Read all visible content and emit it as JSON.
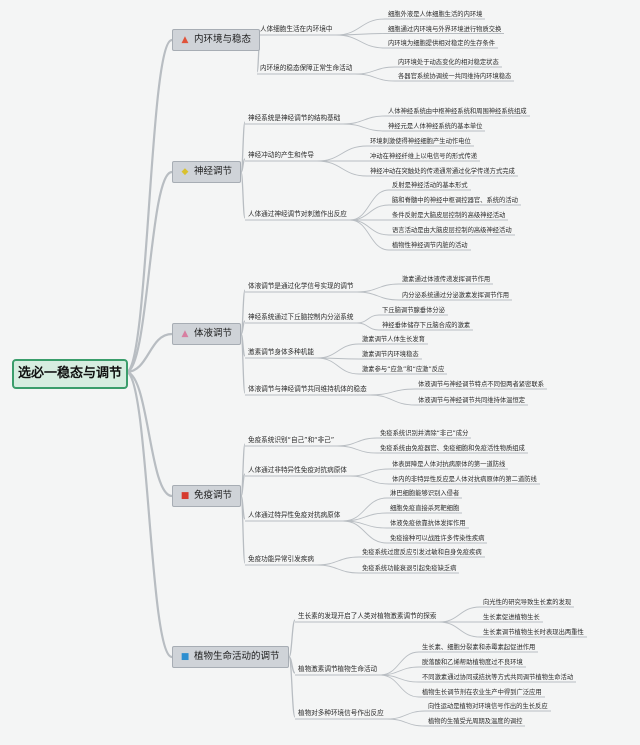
{
  "root": "选必一稳态与调节",
  "colors": {
    "root_fill": "#d6ede0",
    "root_border": "#3a9d6b",
    "branch_fill": "#cfd3d8",
    "line": "#b8bdc2"
  },
  "topics": [
    {
      "label": "内环境与稳态",
      "icon": "flame-icon",
      "icon_color": "#e0533a",
      "subtopics": [
        {
          "label": "人体细胞生活在内环境中",
          "points": [
            "细胞外液是人体细胞生活的内环境",
            "细胞通过内环境与外界环境进行物质交换",
            "内环境为细胞提供相对稳定的生存条件"
          ]
        },
        {
          "label": "内环境的稳态保障正常生命活动",
          "points": [
            "内环境处于动态变化的相对稳定状态",
            "各器官系统协调统一共同维持内环境稳态"
          ]
        }
      ]
    },
    {
      "label": "神经调节",
      "icon": "gem-icon",
      "icon_color": "#d9c12e",
      "subtopics": [
        {
          "label": "神经系统是神经调节的结构基础",
          "points": [
            "人体神经系统由中枢神经系统和周围神经系统组成",
            "神经元是人体神经系统的基本单位"
          ]
        },
        {
          "label": "神经冲动的产生和传导",
          "points": [
            "环境刺激使得神经细胞产生动作电位",
            "冲动在神经纤维上以电信号的形式传递",
            "神经冲动在突触处的传递通常通过化学传递方式完成"
          ]
        },
        {
          "label": "人体通过神经调节对刺激作出反应",
          "points": [
            "反射是神经活动的基本形式",
            "脑和脊髓中的神经中枢调控器官、系统的活动",
            "条件反射是大脑皮层控制的高级神经活动",
            "语言活动是由大脑皮层控制的高级神经活动",
            "植物性神经调节内脏的活动"
          ]
        }
      ]
    },
    {
      "label": "体液调节",
      "icon": "cake-icon",
      "icon_color": "#d77fa1",
      "subtopics": [
        {
          "label": "体液调节是通过化学信号实现的调节",
          "points": [
            "激素通过体液传递发挥调节作用",
            "内分泌系统通过分泌激素发挥调节作用"
          ]
        },
        {
          "label": "神经系统通过下丘脑控制内分泌系统",
          "points": [
            "下丘脑调节腺垂体分泌",
            "神经垂体储存下丘脑合成的激素"
          ]
        },
        {
          "label": "激素调节身体多种机能",
          "points": [
            "激素调节人体生长发育",
            "激素调节内环境稳态",
            "激素参与“应急”和“应激”反应"
          ]
        },
        {
          "label": "体液调节与神经调节共同维持机体的稳态",
          "points": [
            "体液调节与神经调节特点不同但两者紧密联系",
            "体液调节与神经调节共同维持体温恒定"
          ]
        }
      ]
    },
    {
      "label": "免疫调节",
      "icon": "flag-icon",
      "icon_color": "#d63b2f",
      "subtopics": [
        {
          "label": "免疫系统识别“自己”和“非己”",
          "points": [
            "免疫系统识别并清除“非己”成分",
            "免疫系统由免疫器官、免疫细胞和免疫活性物质组成"
          ]
        },
        {
          "label": "人体通过非特异性免疫对抗病原体",
          "points": [
            "体表屏障是人体对抗病原体的第一道防线",
            "体内的非特异性反应是人体对抗病原体的第二道防线"
          ]
        },
        {
          "label": "人体通过特异性免疫对抗病原体",
          "points": [
            "淋巴细胞能够识别入侵者",
            "细胞免疫直接杀死靶细胞",
            "体液免疫依靠抗体发挥作用",
            "免疫接种可以战胜许多传染性疾病"
          ]
        },
        {
          "label": "免疫功能异常引发疾病",
          "points": [
            "免疫系统过度反应引发过敏和自身免疫疾病",
            "免疫系统功能衰退引起免疫缺乏病"
          ]
        }
      ]
    },
    {
      "label": "植物生命活动的调节",
      "icon": "square-icon",
      "icon_color": "#2e8fd0",
      "subtopics": [
        {
          "label": "生长素的发现开启了人类对植物激素调节的探索",
          "points": [
            "向光性的研究导致生长素的发现",
            "生长素促进植物生长",
            "生长素调节植物生长时表现出两重性"
          ]
        },
        {
          "label": "植物激素调节植物生命活动",
          "points": [
            "生长素、细胞分裂素和赤霉素起促进作用",
            "脱落酸和乙烯帮助植物度过不良环境",
            "不同激素通过协同或拮抗等方式共同调节植物生命活动",
            "植物生长调节剂在农业生产中得到广泛应用"
          ]
        },
        {
          "label": "植物对多种环境信号作出反应",
          "points": [
            "向性运动是植物对环境信号作出的生长反应",
            "植物的生殖受光周期及温度的调控"
          ]
        }
      ]
    }
  ]
}
